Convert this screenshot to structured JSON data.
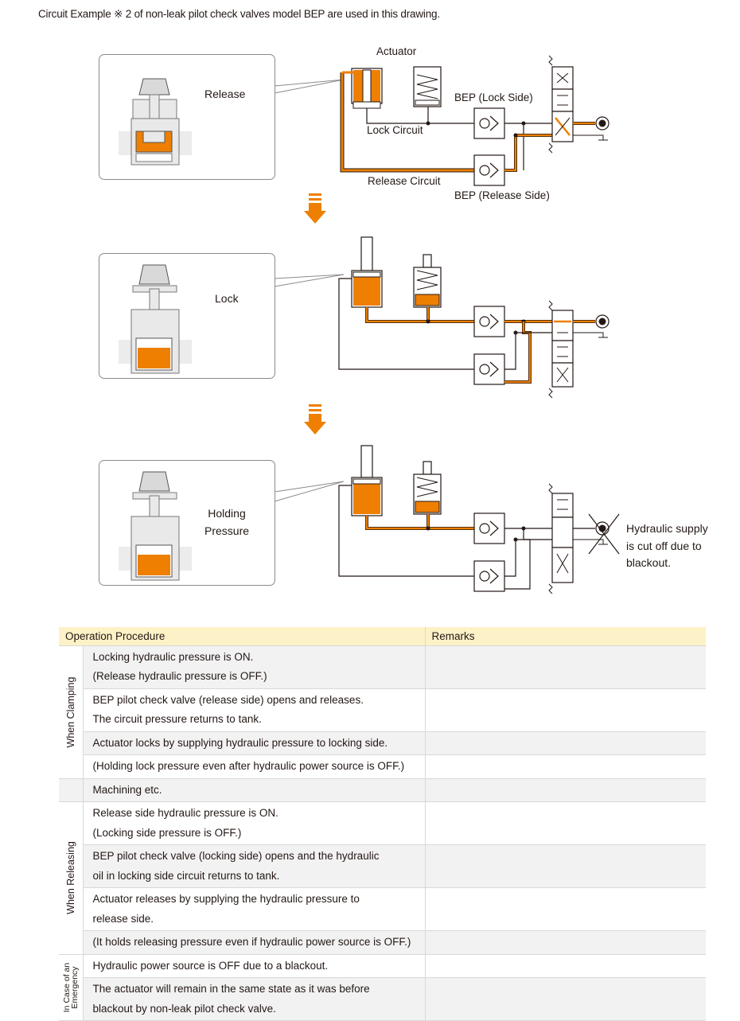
{
  "heading": "Circuit Example  ※ 2 of non-leak pilot check valves model BEP are used in this drawing.",
  "colors": {
    "oil": "#ee7f00",
    "oil_dark": "#c46a00",
    "line": "#231815",
    "gray_body": "#e6e6e6",
    "table_header": "#fdf2c7",
    "row_shade": "#f2f2f2"
  },
  "panels": {
    "release": {
      "callout_label": "Release",
      "actuator_label": "Actuator",
      "lock_circuit_label": "Lock Circuit",
      "release_circuit_label": "Release Circuit",
      "bep_lock_label": "BEP (Lock Side)",
      "bep_release_label": "BEP (Release Side)"
    },
    "lock": {
      "callout_label": "Lock"
    },
    "holding": {
      "callout_label_line1": "Holding",
      "callout_label_line2": "Pressure",
      "note_line1": "Hydraulic supply",
      "note_line2": "is cut off due to",
      "note_line3": "blackout."
    }
  },
  "table": {
    "headers": {
      "procedure": "Operation Procedure",
      "remarks": "Remarks"
    },
    "groups": {
      "clamping": "When Clamping",
      "releasing": "When Releasing",
      "emergency_line1": "In Case of an",
      "emergency_line2": "Emergency"
    },
    "rows": {
      "c1a": "Locking hydraulic pressure is ON.",
      "c1b": "(Release hydraulic pressure is OFF.)",
      "c2a": "BEP pilot check valve (release side) opens and releases.",
      "c2b": "The circuit pressure returns to tank.",
      "c3": "Actuator locks by supplying hydraulic pressure to locking side.",
      "c4": "(Holding lock pressure even after hydraulic power source is OFF.)",
      "m1": "Machining etc.",
      "r1a": "Release side hydraulic pressure is ON.",
      "r1b": "(Locking side pressure is OFF.)",
      "r2a": "BEP pilot check valve (locking side) opens and the hydraulic",
      "r2b": "oil in locking side circuit returns to tank.",
      "r3a": "Actuator releases by supplying the hydraulic pressure to",
      "r3b": "release side.",
      "r4": "(It holds releasing pressure even if hydraulic power source is OFF.)",
      "e1": "Hydraulic power source is OFF due to a blackout.",
      "e2a": "The actuator will remain in the same state as it was before",
      "e2b": "blackout by non-leak pilot check valve."
    }
  }
}
